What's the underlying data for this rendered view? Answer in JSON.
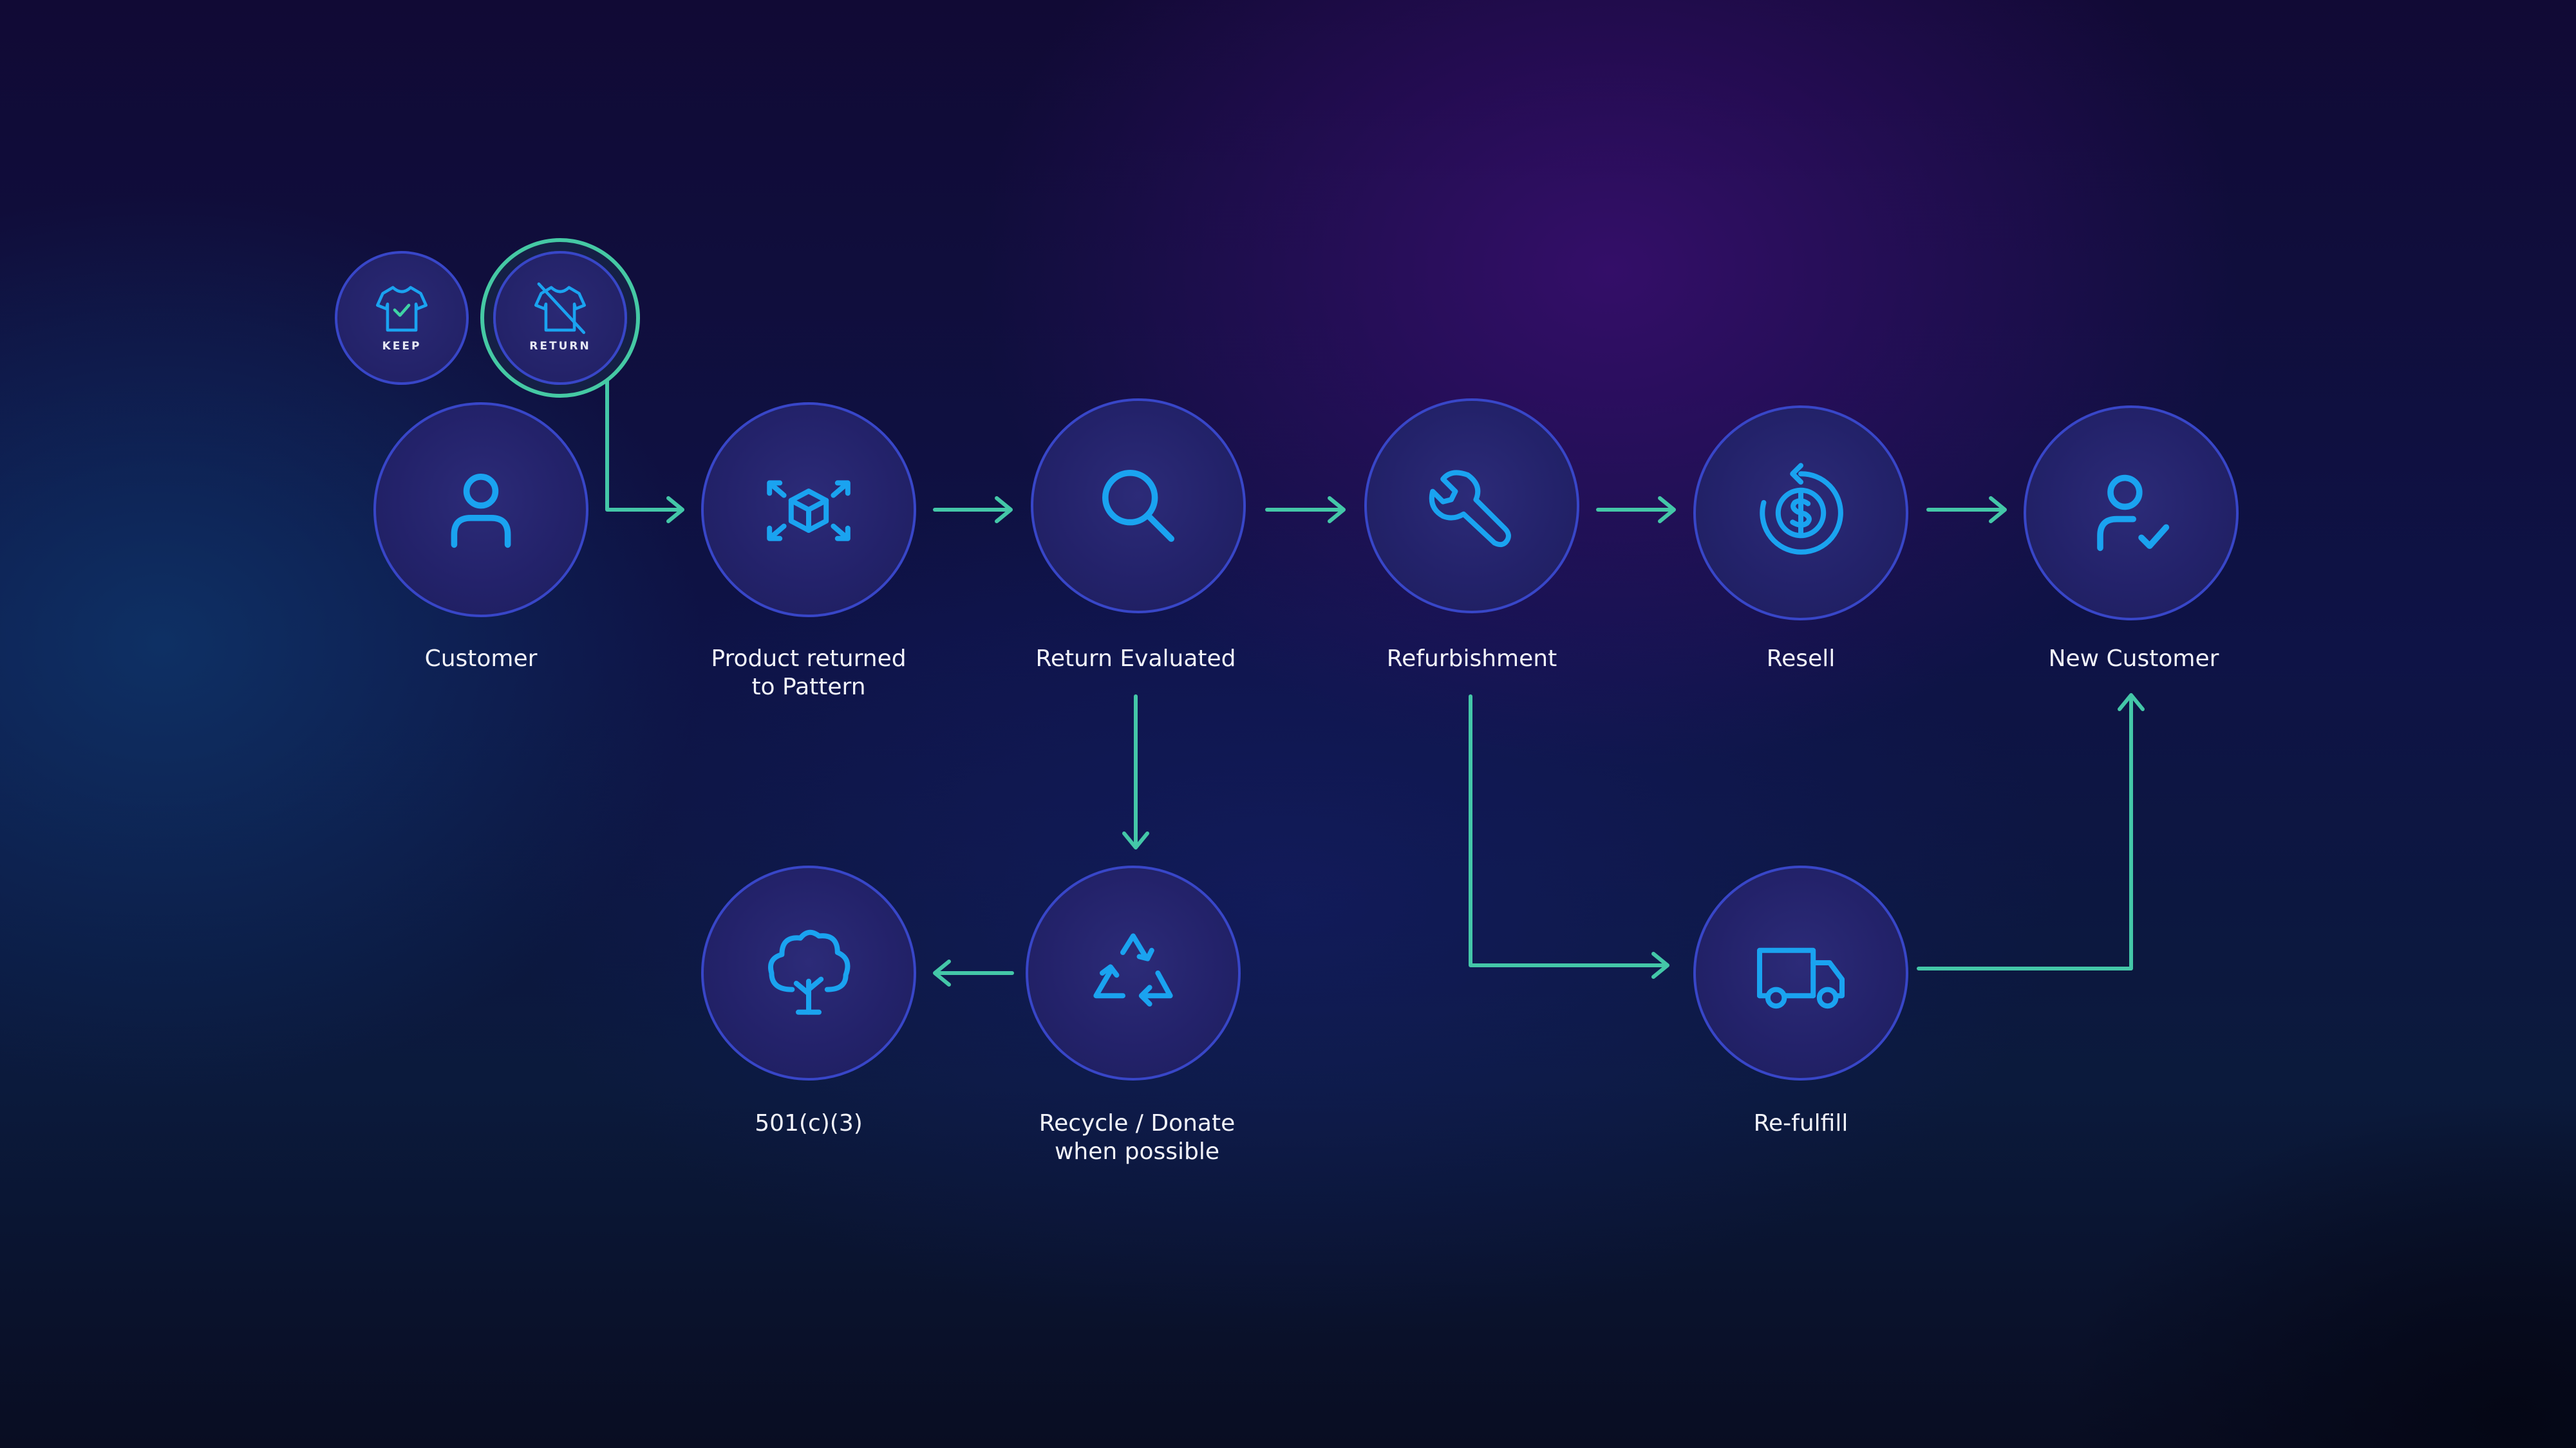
{
  "colors": {
    "icon": "#1aa3f0",
    "arrow": "#44c7a8",
    "node_border": "#3846c8",
    "check": "#3fd3a4",
    "label": "#f2f3fa"
  },
  "badges": {
    "keep": {
      "label": "KEEP",
      "icon": "tshirt-check-icon"
    },
    "return": {
      "label": "RETURN",
      "icon": "tshirt-crossed-icon",
      "selected": true
    }
  },
  "nodes": {
    "customer": {
      "label": "Customer",
      "icon": "person-icon"
    },
    "product_returned": {
      "label": "Product returned\nto Pattern",
      "icon": "box-expand-icon"
    },
    "return_evaluated": {
      "label": "Return Evaluated",
      "icon": "magnifier-icon"
    },
    "refurbishment": {
      "label": "Refurbishment",
      "icon": "wrench-icon"
    },
    "resell": {
      "label": "Resell",
      "icon": "dollar-cycle-icon"
    },
    "new_customer": {
      "label": "New Customer",
      "icon": "person-check-icon"
    },
    "nonprofit": {
      "label": "501(c)(3)",
      "icon": "tree-icon"
    },
    "recycle": {
      "label": "Recycle / Donate\nwhen possible",
      "icon": "recycle-icon"
    },
    "refulfill": {
      "label": "Re-fulfill",
      "icon": "truck-icon"
    }
  }
}
